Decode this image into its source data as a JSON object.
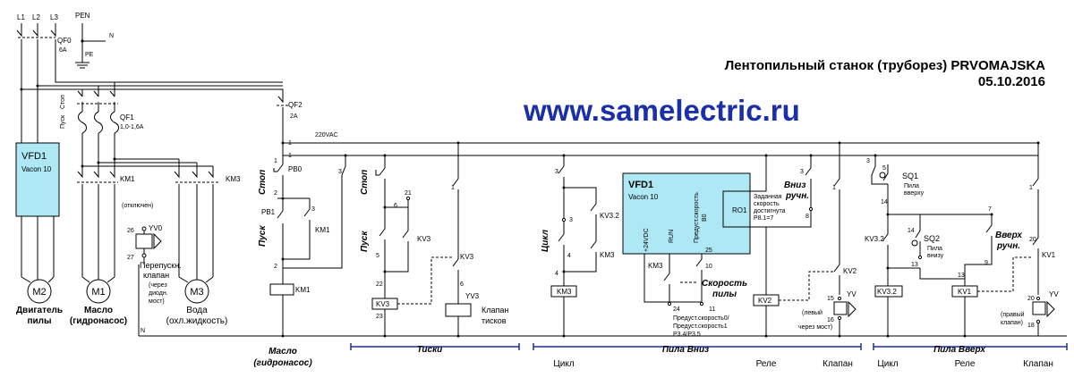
{
  "title": {
    "line1": "Лентопильный станок (труборез) PRVOMAJSKA",
    "date": "05.10.2016",
    "site": "www.samelectric.ru"
  },
  "colors": {
    "vfd_fill": "#aee8f4",
    "site_text": "#1a2fa8",
    "section_line": "#1a2fa8"
  },
  "power": {
    "l1": "L1",
    "l2": "L2",
    "l3": "L3",
    "pen": "PEN",
    "n": "N",
    "pe": "PE",
    "qf0": "QF0",
    "qf0_rating": "6A",
    "qf1": "QF1",
    "qf1_rating": "1,0-1,6A",
    "qf2": "QF2",
    "qf2_rating": "2A",
    "km1": "KM1",
    "km3": "KM3",
    "stop_short": "Стоп",
    "pusk_short": "Пуск",
    "vfd_name": "VFD1",
    "vfd_model": "Vacon 10",
    "voltage": "220VAC",
    "n_bottom": "N"
  },
  "motors": {
    "m2": "M2",
    "m2_caption1": "Двигатель",
    "m2_caption2": "пилы",
    "m1": "M1",
    "m1_caption1": "Масло",
    "m1_caption2": "(гидронасос)",
    "m3": "M3",
    "m3_caption1": "Вода",
    "m3_caption2": "(охл.жидкость)"
  },
  "yv0": {
    "name": "YV0",
    "disabled": "(отключен)",
    "t26": "26",
    "t27": "27",
    "cap1": "Перепускн.",
    "cap2": "клапан",
    "note1": "(через",
    "note2": "диодн.",
    "note3": "мост)"
  },
  "oil": {
    "stop": "Стоп",
    "pusk": "Пуск",
    "pb0": "PB0",
    "pb1": "PB1",
    "km1": "KM1",
    "km1_coil": "KM1",
    "n1": "1",
    "n2": "2",
    "n3": "3",
    "n22": "2",
    "label1": "Масло",
    "label2": "(гидронасос)"
  },
  "vise": {
    "stop": "Стоп",
    "pusk": "Пуск",
    "kv3a": "KV3",
    "kv3b": "KV3",
    "kv3_coil": "KV3",
    "yv3": "YV3",
    "cap1": "Клапан",
    "cap2": "тисков",
    "n3": "3",
    "n21": "21",
    "n6": "6",
    "n5": "5",
    "n22": "22",
    "n23": "23",
    "n1": "1",
    "n6b": "6",
    "section": "Тиски"
  },
  "down": {
    "tsikl": "Цикл",
    "kv32": "KV3.2",
    "km3": "KM3",
    "km3_coil": "KM3",
    "n3": "3",
    "n3b": "3",
    "n4": "4",
    "n4b": "4",
    "vfd_name": "VFD1",
    "vfd_model": "Vacon 10",
    "vdc": "+24VDC",
    "run": "RUN",
    "preset": "Предуст.скорость",
    "preset_sub": "B0",
    "ro1": "RO1",
    "speed_note1": "Заданная",
    "speed_note2": "скорость",
    "speed_note3": "достигнута",
    "speed_note4": "P8.1=7",
    "km3b": "KM3",
    "speed1": "Скорость",
    "speed2": "пилы",
    "n24": "24",
    "n11": "11",
    "n10": "10",
    "n25": "25",
    "preset_n1": "Предуст.скорость0/",
    "preset_n2": "Предуст.скорость1",
    "preset_n3": "P3.4/P3.5",
    "vniz1": "Вниз",
    "vniz2": "ручн.",
    "n3c": "3",
    "n8": "8",
    "kv2": "KV2",
    "kv2_coil": "KV2",
    "yv": "YV",
    "n1": "1",
    "n15": "15",
    "n16": "16",
    "left_note1": "(левый",
    "left_note2": "через мост)",
    "section": "Пила Вниз",
    "col_tsikl": "Цикл",
    "col_rele": "Реле",
    "col_klapan": "Клапан"
  },
  "up": {
    "sq1": "SQ1",
    "sq1_a": "Пила",
    "sq1_b": "вверху",
    "sq2": "SQ2",
    "sq2_a": "Пила",
    "sq2_b": "внизу",
    "kv32": "KV3.2",
    "kv32_coil": "KV3.2",
    "kv1_coil": "KV1",
    "kv1": "KV1",
    "vverh1": "Вверх",
    "vverh2": "ручн.",
    "n3": "3",
    "n5": "5",
    "n14": "14",
    "n14b": "14",
    "n13": "13",
    "n13b": "13",
    "n7": "7",
    "n9": "9",
    "n1": "1",
    "n20": "20",
    "n20b": "20",
    "n18": "18",
    "yv": "YV",
    "right_note1": "(правый",
    "right_note2": "клапан)",
    "section": "Пила Вверх",
    "col_tsikl": "Цикл",
    "col_rele": "Реле",
    "col_klapan": "Клапан"
  }
}
